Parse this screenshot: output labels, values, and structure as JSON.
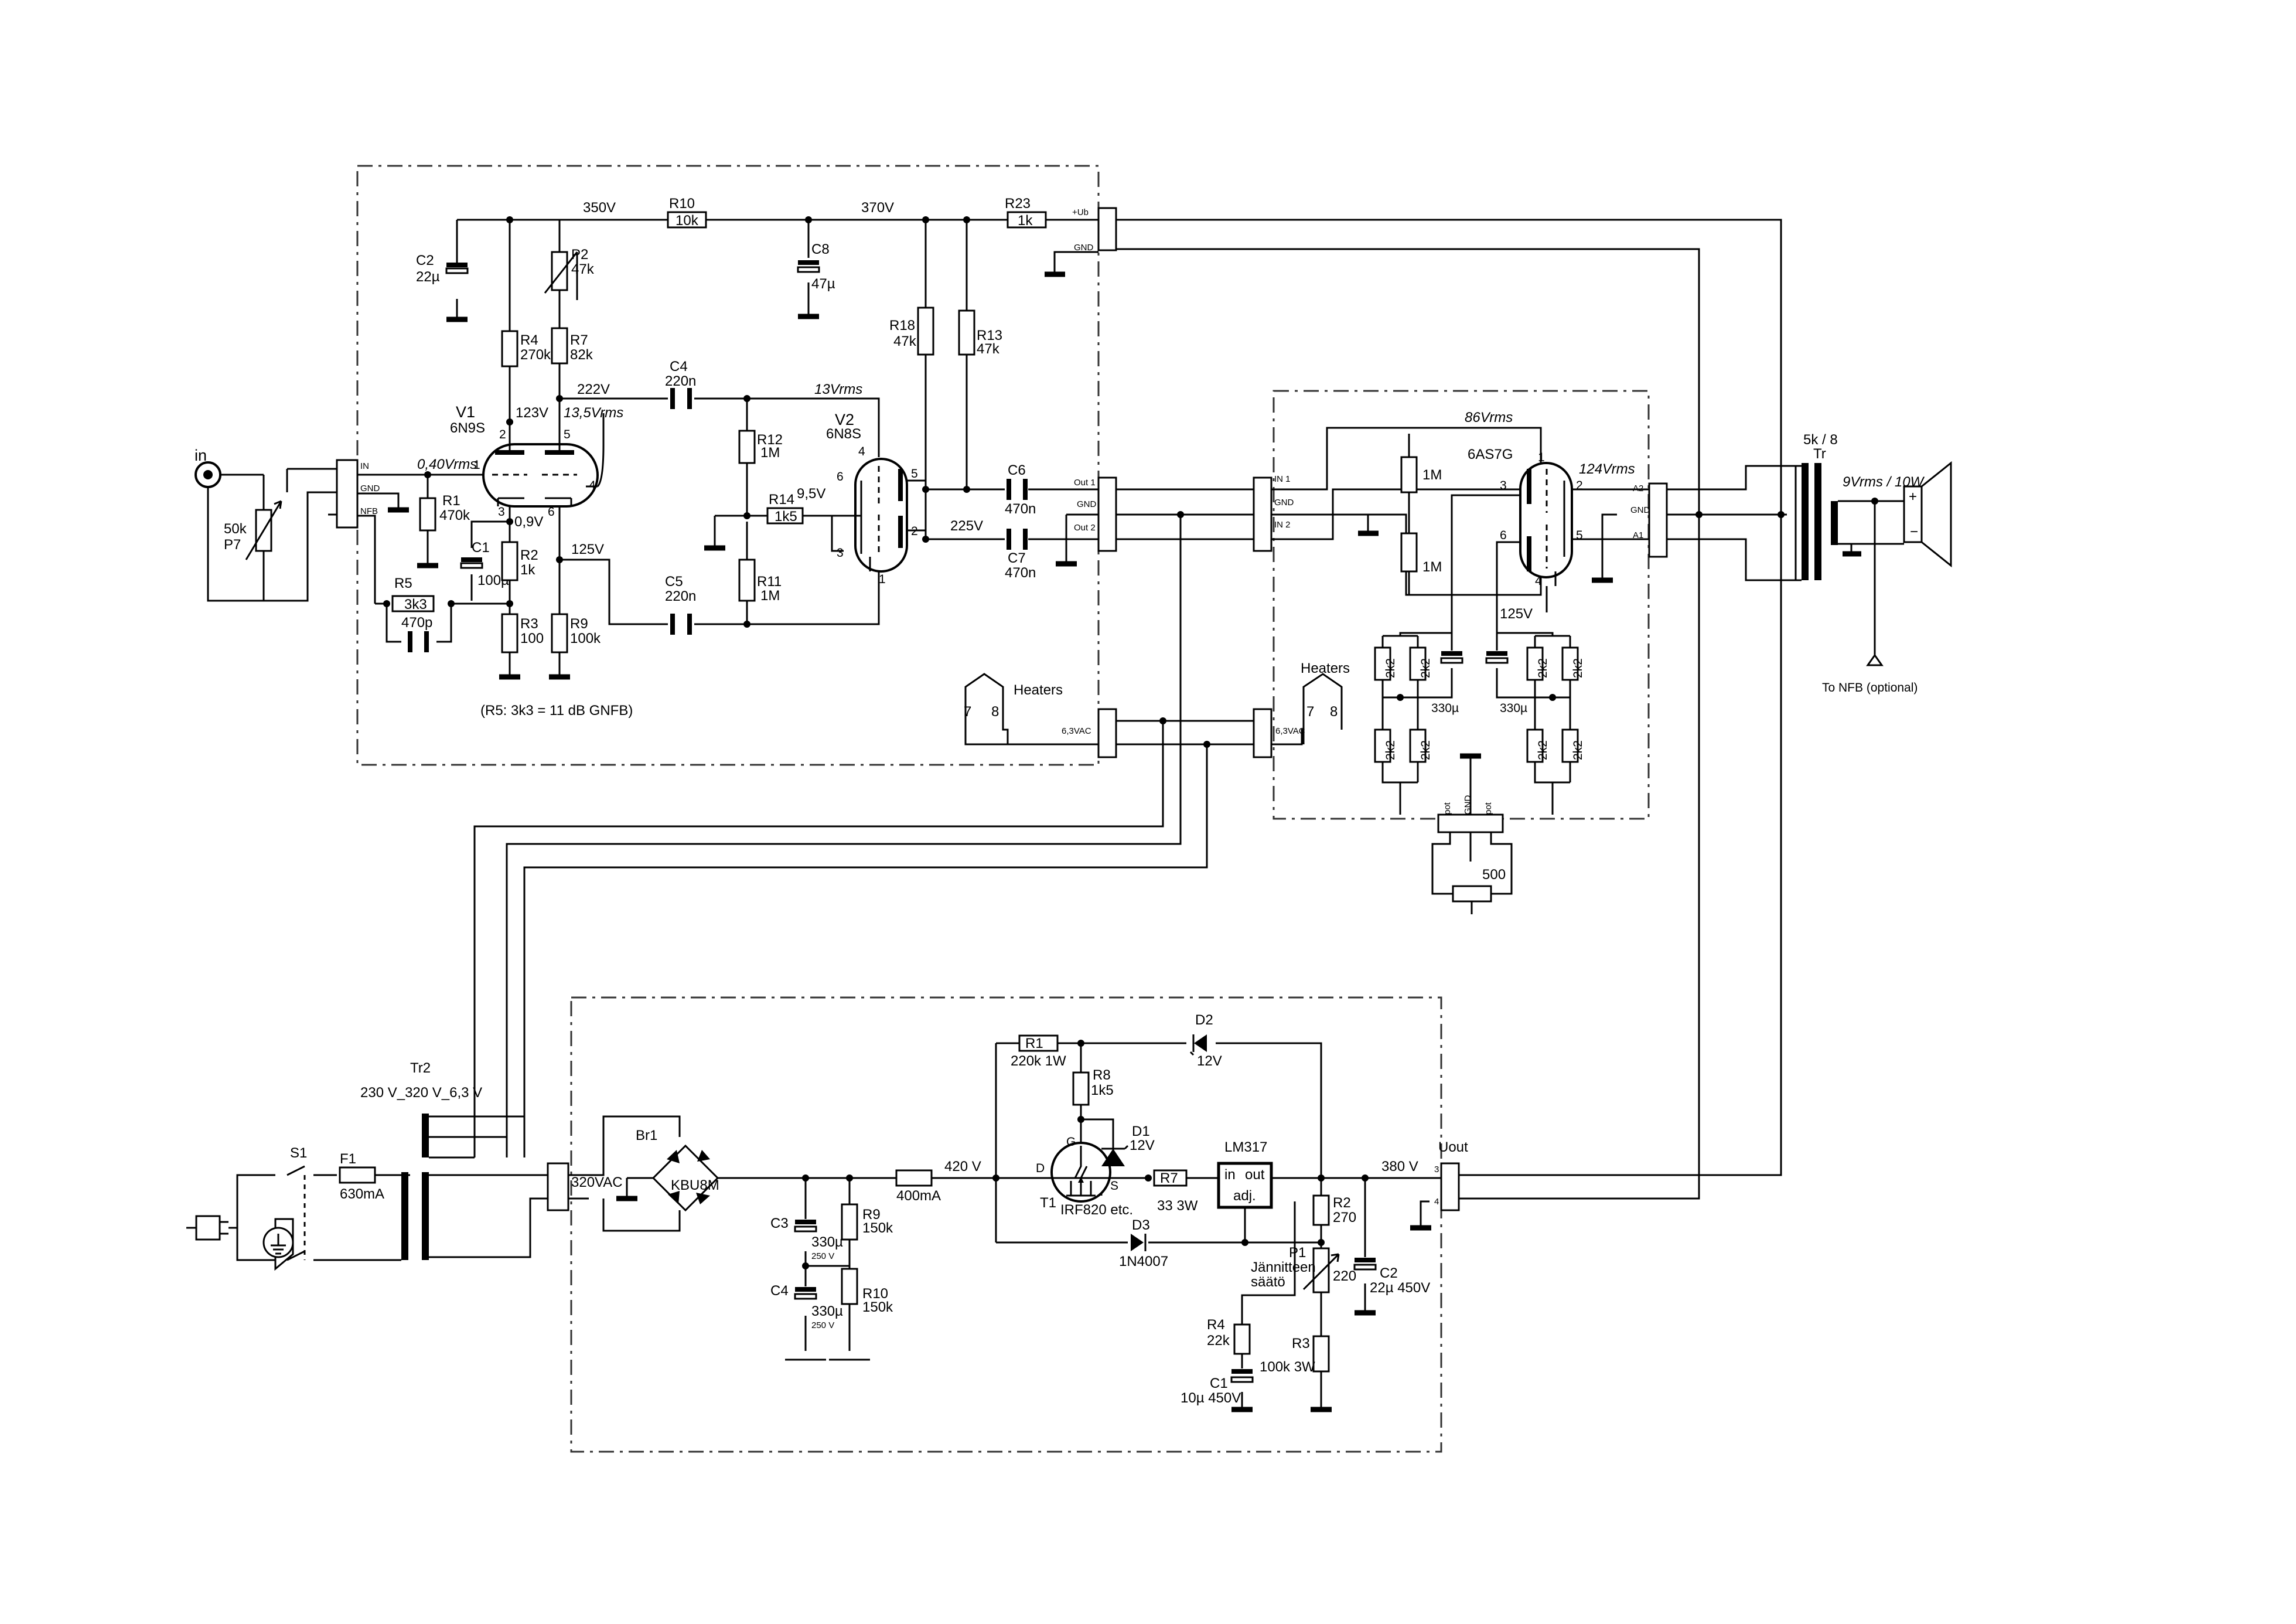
{
  "input": {
    "label": "in",
    "pot_value": "50k",
    "pot_ref": "P7"
  },
  "preamp": {
    "connector_in_pins": [
      "IN",
      "GND",
      "NFB"
    ],
    "rail_left": "350V",
    "rail_right": "370V",
    "r10": {
      "ref": "R10",
      "value": "10k"
    },
    "r23": {
      "ref": "R23",
      "value": "1k"
    },
    "ub_pins": [
      "+Ub",
      "GND"
    ],
    "c2": {
      "ref": "C2",
      "value": "22µ"
    },
    "p2": {
      "ref": "P2",
      "value": "47k"
    },
    "c8": {
      "ref": "C8",
      "value": "47µ"
    },
    "r4": {
      "ref": "R4",
      "value": "270k"
    },
    "r7": {
      "ref": "R7",
      "value": "82k"
    },
    "r18": {
      "ref": "R18",
      "value": "47k"
    },
    "r13": {
      "ref": "R13",
      "value": "47k"
    },
    "c4": {
      "ref": "C4",
      "value": "220n"
    },
    "v1": {
      "ref": "V1",
      "type": "6N9S"
    },
    "v1_plate_v": "123V",
    "v1_plate2_v": "222V",
    "v1_signal": "13,5Vrms",
    "v1_input_signal": "0,40Vrms",
    "v2": {
      "ref": "V2",
      "type": "6N8S"
    },
    "v2_signal": "13Vrms",
    "r12": {
      "ref": "R12",
      "value": "1M"
    },
    "r14": {
      "ref": "R14",
      "value": "1k5"
    },
    "grid_v": "9,5V",
    "r11": {
      "ref": "R11",
      "value": "1M"
    },
    "c6": {
      "ref": "C6",
      "value": "470n"
    },
    "c7": {
      "ref": "C7",
      "value": "470n"
    },
    "out_v": "225V",
    "out_pins": [
      "Out 1",
      "GND",
      "Out 2"
    ],
    "r1": {
      "ref": "R1",
      "value": "470k"
    },
    "c1": {
      "ref": "C1",
      "value": "100µ"
    },
    "r2": {
      "ref": "R2",
      "value": "1k"
    },
    "cathode_v": "0,9V",
    "mid_v": "125V",
    "r5": {
      "ref": "R5",
      "value": "3k3"
    },
    "c470p": "470p",
    "r3": {
      "ref": "R3",
      "value": "100"
    },
    "r9": {
      "ref": "R9",
      "value": "100k"
    },
    "c5": {
      "ref": "C5",
      "value": "220n"
    },
    "note": "(R5: 3k3 = 11 dB GNFB)",
    "heaters_label": "Heaters",
    "heater_pins": [
      "7",
      "8"
    ],
    "heater_voltage": "6,3VAC"
  },
  "pins": {
    "v1": [
      "1",
      "2",
      "3",
      "4",
      "5",
      "6"
    ],
    "v2": [
      "1",
      "3",
      "4",
      "5",
      "6",
      "2"
    ],
    "pa": [
      "1",
      "3",
      "2",
      "6",
      "5",
      "4"
    ]
  },
  "poweramp": {
    "in_pins": [
      "IN 1",
      "GND",
      "IN 2"
    ],
    "signal": "86Vrms",
    "tube": "6AS7G",
    "out_signal": "124Vrms",
    "r_grid": "1M",
    "out_pins": [
      "A2",
      "GND",
      "A1"
    ],
    "cathode_v": "125V",
    "cathode_r": "2k2",
    "cathode_c": "330µ",
    "heaters_label": "Heaters",
    "heater_pins": [
      "7",
      "8"
    ],
    "heater_voltage": "6,3VAC",
    "pot_pins": [
      "pot",
      "GND",
      "pot"
    ],
    "pot_value": "500"
  },
  "output": {
    "transformer_ratio": "5k / 8",
    "transformer_ref": "Tr",
    "power": "9Vrms / 10W",
    "nfb_note": "To NFB (optional)"
  },
  "psu": {
    "tr2_ref": "Tr2",
    "tr2_spec": "230 V_320 V_6,3 V",
    "s1": "S1",
    "f1": {
      "ref": "F1",
      "value": "630mA"
    },
    "ac_label": "320VAC",
    "bridge": {
      "ref": "Br1",
      "type": "KBU8M"
    },
    "c3": {
      "ref": "C3",
      "value": "330µ",
      "rating": "250 V"
    },
    "c4": {
      "ref": "C4",
      "value": "330µ",
      "rating": "250 V"
    },
    "r9": {
      "ref": "R9",
      "value": "150k"
    },
    "r10": {
      "ref": "R10",
      "value": "150k"
    },
    "fuse2": "400mA",
    "raw_v": "420 V",
    "r1": {
      "ref": "R1",
      "value": "220k 1W"
    },
    "r8": {
      "ref": "R8",
      "value": "1k5"
    },
    "d1": {
      "ref": "D1",
      "value": "12V"
    },
    "d2": {
      "ref": "D2",
      "value": "12V"
    },
    "d3": {
      "ref": "D3",
      "value": "1N4007"
    },
    "t1": {
      "ref": "T1",
      "type": "IRF820 etc.",
      "pins": [
        "G",
        "D",
        "S"
      ]
    },
    "r7": {
      "ref": "R7",
      "value": "33  3W"
    },
    "reg": {
      "type": "LM317",
      "in": "in",
      "out": "out",
      "adj": "adj."
    },
    "out_v": "380 V",
    "uout": "Uout",
    "uout_pins": [
      "3",
      "4"
    ],
    "r2": {
      "ref": "R2",
      "value": "270"
    },
    "p1": {
      "ref": "P1",
      "value": "220",
      "desc1": "Jännitteen",
      "desc2": "säätö"
    },
    "c2": {
      "ref": "C2",
      "value": "22µ 450V"
    },
    "r4": {
      "ref": "R4",
      "value": "22k"
    },
    "c1": {
      "ref": "C1",
      "value": "10µ 450V"
    },
    "r3": {
      "ref": "R3",
      "value": "100k 3W"
    }
  }
}
